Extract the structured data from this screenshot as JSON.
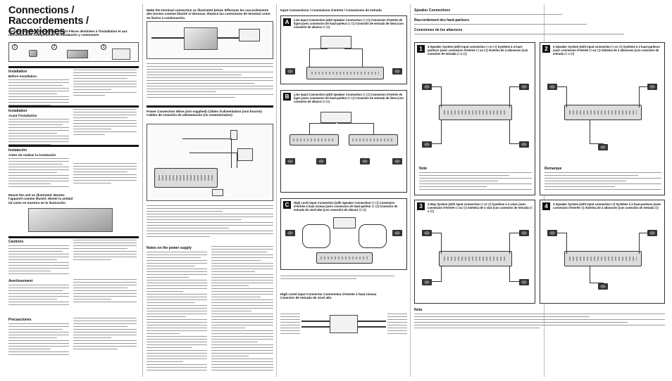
{
  "title": "Connections / Raccordements / Conexiones",
  "col1": {
    "parts_heading": "Parts for Installation and Connections/ Pièces destinées à l'installation et aux raccordements/ Componentes de instalación y conexiones",
    "parts_label_1": "1",
    "parts_label_2": "2",
    "parts_label_3": "3",
    "installation_heading": "Installation",
    "before_installation": "Before Installation",
    "installation_fr_heading": "Installation",
    "avant_installation": "Avant l'installation",
    "instalacion_heading": "Instalación",
    "antes_instalacion": "Antes de realizar la instalación",
    "mount_caption": "Mount the unit as illustrated. Montez l'appareil comme illustré. Monte la unidad tal como se muestra en la ilustración.",
    "cautions": "Cautions",
    "avertissement": "Avertissement",
    "precaucion": "Precauciones"
  },
  "col2": {
    "terminal_heading": "Make the terminal connection as illustrated below. Effectuez les raccordements des bornes comme illustré ci-dessous. Realice las conexiones de terminal como se ilustra a continuación.",
    "power_heading": "Power Connection Wires (not supplied) Câbles d'alimentation (non fournis) Cables de conexión de alimentación (no suministrados)",
    "notes_power": "Notes on the power supply"
  },
  "col3": {
    "header": "Input Connections / Connexions d'entrée / Conexiones de entrada",
    "panel_a_title": "Line Input Connection (with Speaker Connection ☐ ☐) Connexion d'entrée de ligne (avec connexion de haut-parleur ☐ ☐) Conexión de entrada de línea (con conexión de altavoz ☐ ☐)",
    "panel_b_title": "Line Input Connection (with Speaker Connection ☐ ☐) Connexion d'entrée de ligne (avec connexion de haut-parleur ☐ ☐) Conexión de entrada de línea (con conexión de altavoz ☐ ☐)",
    "panel_c_title": "High Level Input Connection (with Speaker Connection ☐ ☐) Connexion d'entrée à haut niveau (avec connexion de haut-parleur ☐ ☐) Conexión de entrada de nivel alto (con conexión de altavoz ☐ ☐)",
    "hli_heading": "High Level Input Connector Connecteur d'entrée à haut niveau Conector de entrada de nivel alto",
    "label_a": "A",
    "label_b": "B",
    "label_c": "C"
  },
  "col4": {
    "speaker_heading": "Speaker Connections",
    "fr_heading": "Raccordement des haut-parleurs",
    "es_heading": "Conexiones de los altavoces",
    "p1_title": "4-Speaker System (with Input connection ☐ or ☐) Système à 4 haut-parleurs (avec connexion d'entrée ☐ ou ☐) Sistema de 4 altavoces (con conexión de entrada ☐ o ☐)",
    "p2_title": "3-Speaker System (with Input connection ☐ or ☐) Système à 3 haut-parleurs (avec connexion d'entrée ☐ ou ☐) Sistema de 3 altavoces (con conexión de entrada ☐ o ☐)",
    "p3_title": "2-Way System (with Input connection ☐ or ☐) Système à 2 voies (avec connexion d'entrée ☐ ou ☐) Sistema de 2 vías (con conexión de entrada ☐ o ☐)",
    "p4_title": "2-Speaker System (with Input connection ☐) Système à 2 haut-parleurs (avec connexion d'entrée ☐) Sistema de 2 altavoces (con conexión de entrada ☐)",
    "note": "Note",
    "remarque": "Remarque",
    "nota": "Nota",
    "n1": "1",
    "n2": "2",
    "n3": "3",
    "n4": "4"
  }
}
